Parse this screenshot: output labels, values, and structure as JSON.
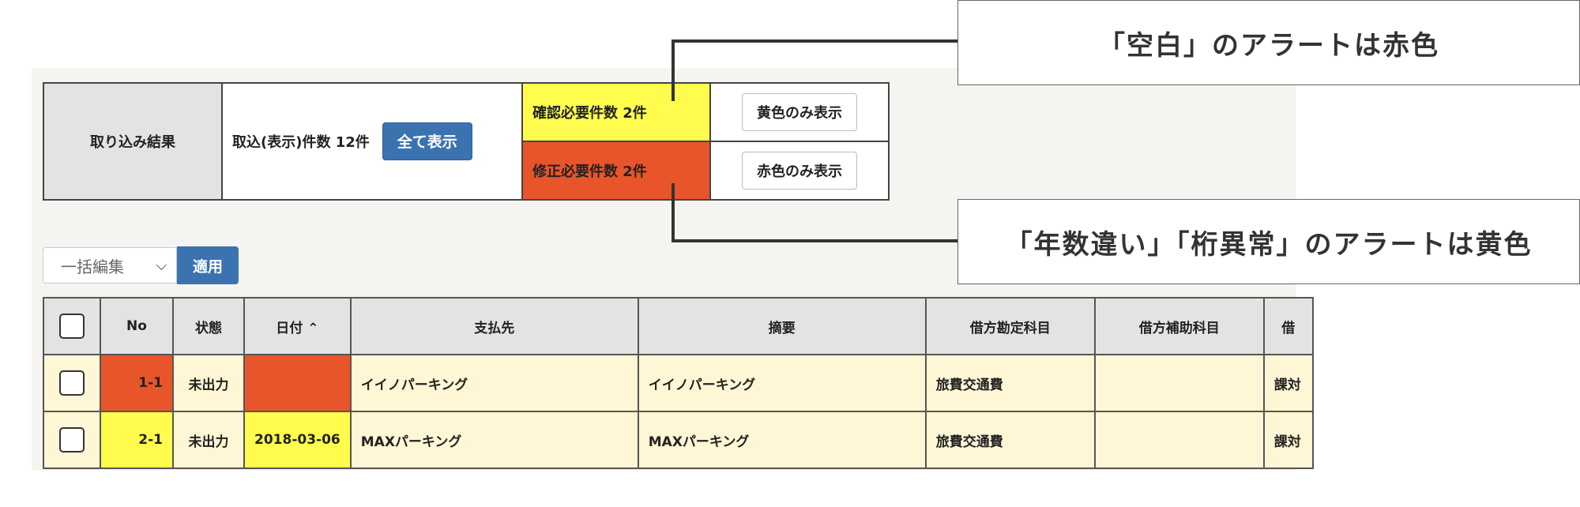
{
  "summary": {
    "label": "取り込み結果",
    "count_text": "取込(表示)件数 12件",
    "show_all_button": "全て表示",
    "confirm_text": "確認必要件数 2件",
    "fix_text": "修正必要件数 2件",
    "yellow_only_button": "黄色のみ表示",
    "red_only_button": "赤色のみ表示"
  },
  "bulk_edit": {
    "select_value": "一括編集",
    "apply_button": "適用"
  },
  "table": {
    "headers": [
      "No",
      "状態",
      "日付",
      "支払先",
      "摘要",
      "借方勘定科目",
      "借方補助科目",
      "借"
    ],
    "date_sort_icon": "chevron-up-icon",
    "rows": [
      {
        "no": "1-1",
        "status": "未出力",
        "date": "",
        "payee": "イイノパーキング",
        "memo": "イイノパーキング",
        "debit_account": "旅費交通費",
        "debit_sub": "",
        "tax": "課対"
      },
      {
        "no": "2-1",
        "status": "未出力",
        "date": "2018-03-06",
        "payee": "MAXパーキング",
        "memo": "MAXパーキング",
        "debit_account": "旅費交通費",
        "debit_sub": "",
        "tax": "課対"
      }
    ]
  },
  "callouts": {
    "red_alert": "「空白」のアラートは赤色",
    "yellow_alert": "「年数違い」「桁異常」のアラートは黄色"
  },
  "colors": {
    "alert_red": "#e8552a",
    "alert_yellow": "#fffc4d",
    "primary_blue": "#3b73b0",
    "row_background": "#fef6d4"
  }
}
